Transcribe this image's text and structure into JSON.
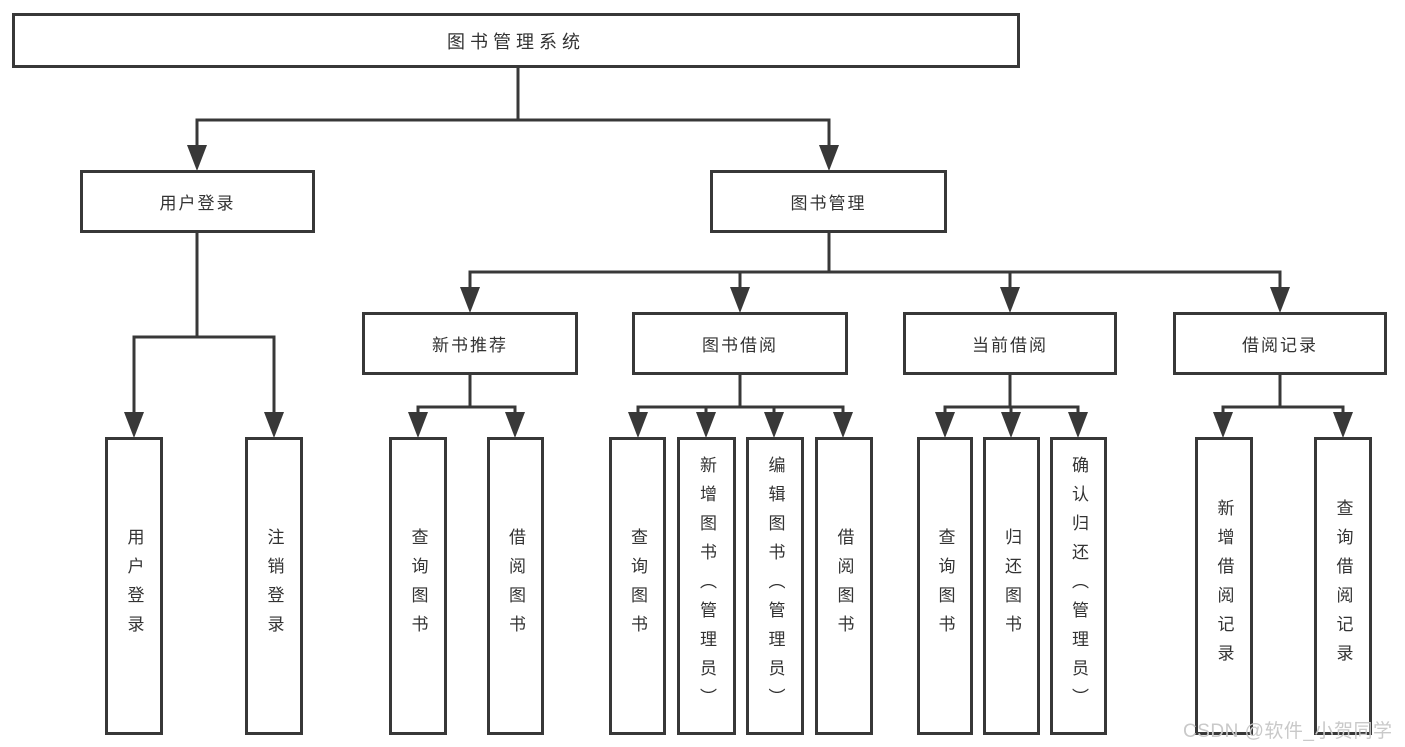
{
  "tree": {
    "root": {
      "label": "图书管理系统",
      "children": [
        {
          "label": "用户登录",
          "children": [
            {
              "label": "用户登录"
            },
            {
              "label": "注销登录"
            }
          ]
        },
        {
          "label": "图书管理",
          "children": [
            {
              "label": "新书推荐",
              "children": [
                {
                  "label": "查询图书"
                },
                {
                  "label": "借阅图书"
                }
              ]
            },
            {
              "label": "图书借阅",
              "children": [
                {
                  "label": "查询图书"
                },
                {
                  "label": "新增图书（管理员）"
                },
                {
                  "label": "编辑图书（管理员）"
                },
                {
                  "label": "借阅图书"
                }
              ]
            },
            {
              "label": "当前借阅",
              "children": [
                {
                  "label": "查询图书"
                },
                {
                  "label": "归还图书"
                },
                {
                  "label": "确认归还（管理员）"
                }
              ]
            },
            {
              "label": "借阅记录",
              "children": [
                {
                  "label": "新增借阅记录"
                },
                {
                  "label": "查询借阅记录"
                }
              ]
            }
          ]
        }
      ]
    }
  },
  "watermark": {
    "text": "CSDN @软件_小贺同学"
  },
  "colors": {
    "line": "#383838",
    "text": "#333333",
    "watermark": "#c9c9c9",
    "background": "#ffffff"
  }
}
